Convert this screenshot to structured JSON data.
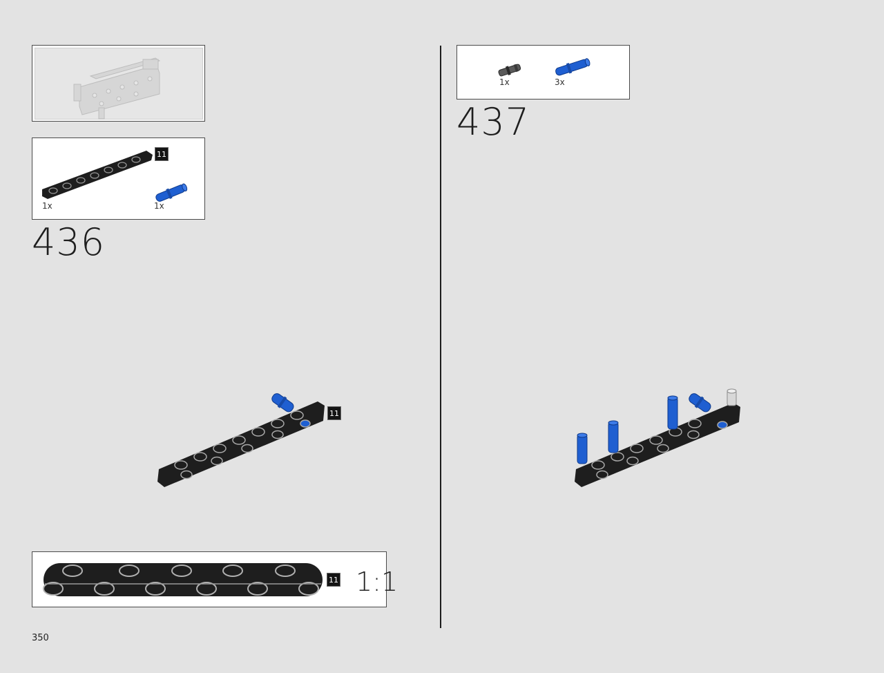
{
  "page": {
    "number": "350"
  },
  "steps": [
    {
      "number": "436",
      "parts": [
        {
          "qty": "1x",
          "badge": "11",
          "icon": "black-beam-11-icon"
        },
        {
          "qty": "1x",
          "icon": "blue-pin-icon"
        }
      ]
    },
    {
      "number": "437",
      "parts": [
        {
          "qty": "1x",
          "icon": "gray-axle-pin-icon"
        },
        {
          "qty": "3x",
          "icon": "blue-pin-icon"
        }
      ]
    }
  ],
  "assembly": {
    "badge": "11"
  },
  "scale_box": {
    "badge": "11",
    "label": "1:1"
  },
  "colors": {
    "beam": "#1e1e1e",
    "pin_blue": "#1f5fd1",
    "background": "#e3e3e3"
  }
}
